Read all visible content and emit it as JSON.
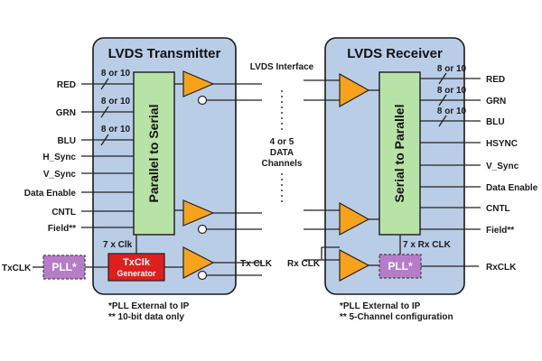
{
  "transmitter": {
    "title": "LVDS Transmitter",
    "converter": "Parallel to Serial",
    "inputs": [
      "RED",
      "GRN",
      "BLU",
      "H_Sync",
      "V_Sync",
      "Data Enable",
      "CNTL",
      "Field**"
    ],
    "bus_width": "8 or 10",
    "clock_mult": "7 x Clk",
    "txclk_block": "TxClk",
    "txclk_block_sub": "Generator",
    "pll": "PLL*",
    "clock_in": "TxCLK",
    "clock_out": "Tx CLK",
    "notes": [
      "*PLL External to IP",
      "** 10-bit data only"
    ]
  },
  "middle": {
    "interface": "LVDS Interface",
    "channels": [
      "4 or 5",
      "DATA",
      "Channels"
    ]
  },
  "receiver": {
    "title": "LVDS Receiver",
    "converter": "Serial to Parallel",
    "outputs": [
      "RED",
      "GRN",
      "BLU",
      "HSYNC",
      "V_Sync",
      "Data Enable",
      "CNTL",
      "Field**"
    ],
    "bus_width": "8 or 10",
    "clock_mult": "7 x Rx CLK",
    "pll": "PLL*",
    "clock_in": "Rx CLK",
    "clock_out": "RxCLK",
    "notes": [
      "*PLL External to IP",
      "** 5-Channel configuration"
    ]
  },
  "colors": {
    "block_fill": "#b9cde6",
    "block_stroke": "#1a1a1a",
    "converter_fill": "#b7e3a6",
    "buffer_fill": "#f7a21b",
    "pll_fill": "#b77cc7",
    "txclk_fill": "#e01e1e"
  }
}
